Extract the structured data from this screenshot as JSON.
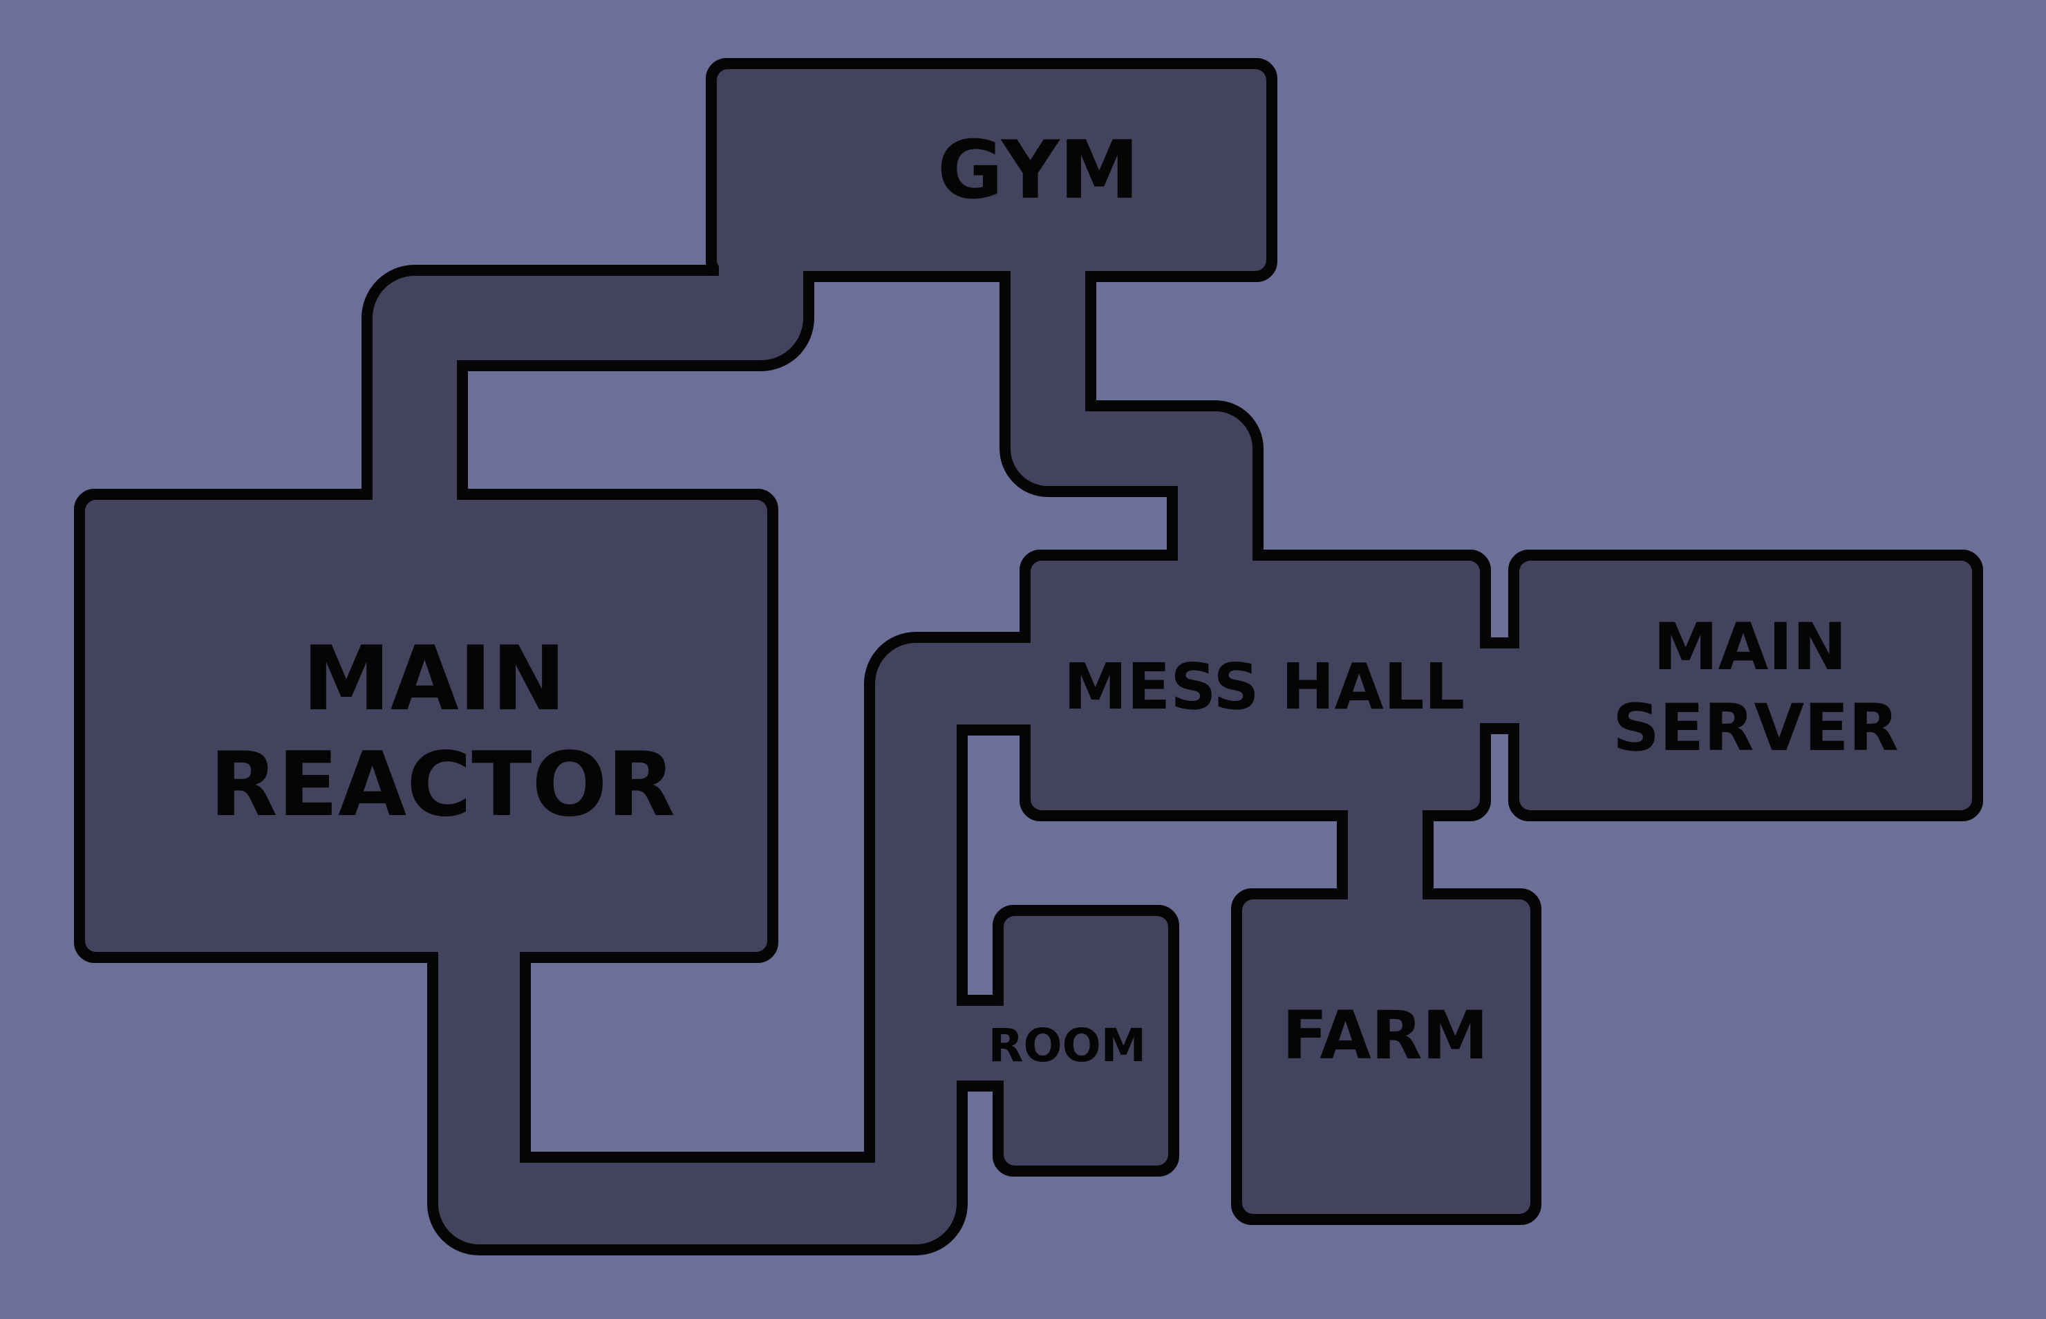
{
  "map": {
    "background_color": "#6c6f98",
    "room_fill_color": "#44435e",
    "outline_color": "#050505",
    "rooms": {
      "gym": {
        "label": "GYM"
      },
      "main_reactor": {
        "label_line1": "MAIN",
        "label_line2": "REACTOR"
      },
      "mess_hall": {
        "label": "MESS HALL"
      },
      "main_server": {
        "label_line1": "MAIN",
        "label_line2": "SERVER"
      },
      "room": {
        "label": "ROOM"
      },
      "farm": {
        "label": "FARM"
      }
    }
  }
}
